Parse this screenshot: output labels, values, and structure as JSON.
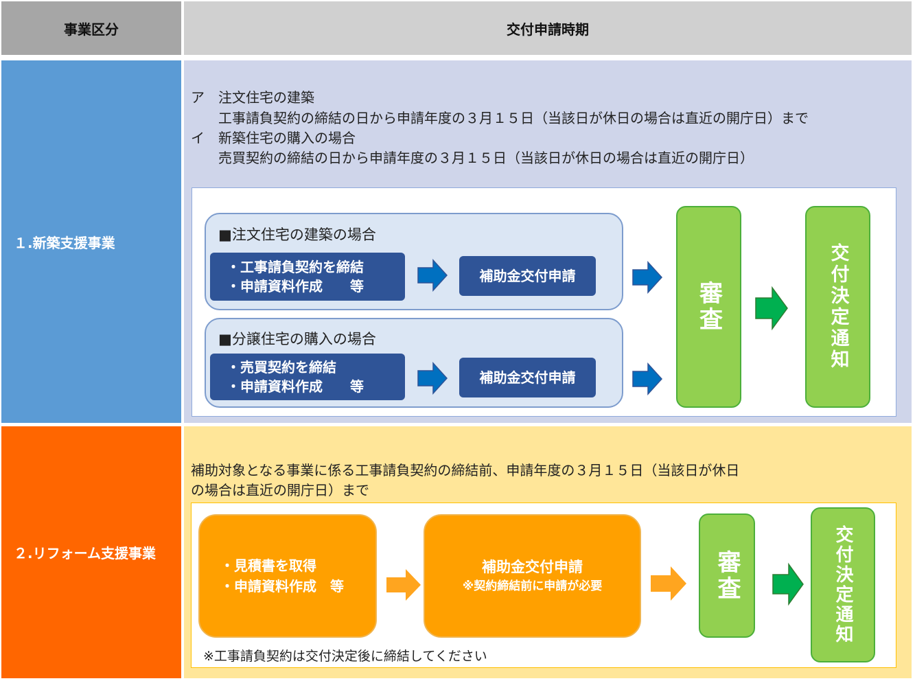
{
  "header": {
    "col1": "事業区分",
    "col2": "交付申請時期"
  },
  "colors": {
    "header_left": "#a6a6a6",
    "header_right": "#d0d0d0",
    "row1_category": "#5b9bd5",
    "row1_content": "#cfd5ea",
    "row2_category": "#ff6600",
    "row2_content": "#ffe699",
    "navy": "#2f5497",
    "green": "#92d050",
    "orange": "#ffa000",
    "arrow_blue": "#0070c0",
    "arrow_green": "#00b050",
    "arrow_orange": "#ffa51f"
  },
  "row1": {
    "category": "１.新築支援事業",
    "lines": [
      "ア　注文住宅の建築",
      "　　工事請負契約の締結の日から申請年度の３月１５日（当該日が休日の場合は直近の開庁日）まで",
      "イ　新築住宅の購入の場合",
      "　　売買契約の締結の日から申請年度の３月１５日（当該日が休日の場合は直近の開庁日）"
    ],
    "flow": {
      "group_a": {
        "title": "■注文住宅の建築の場合",
        "step1_line1": "・工事請負契約を締結",
        "step1_line2": "・申請資料作成　　等",
        "step2": "補助金交付申請"
      },
      "group_b": {
        "title": "■分譲住宅の購入の場合",
        "step1_line1": "・売買契約を締結",
        "step1_line2": "・申請資料作成　　等",
        "step2": "補助金交付申請"
      },
      "review": "審査",
      "decision": "交付決定通知",
      "arrow_icon": "right-arrow-icon"
    }
  },
  "row2": {
    "category": "２.リフォーム支援事業",
    "lines": [
      "補助対象となる事業に係る工事請負契約の締結前、申請年度の３月１５日（当該日が休日",
      "の場合は直近の開庁日）まで"
    ],
    "flow": {
      "step1_line1": "・見積書を取得",
      "step1_line2": "・申請資料作成　等",
      "step2_line1": "補助金交付申請",
      "step2_line2": "※契約締結前に申請が必要",
      "review": "審査",
      "decision": "交付決定通知",
      "note": "※工事請負契約は交付決定後に締結してください"
    }
  }
}
